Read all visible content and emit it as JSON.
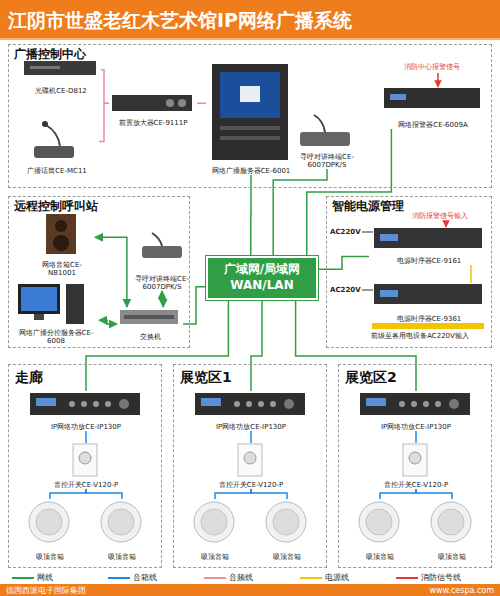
{
  "diagram": {
    "title": "江阴市世盛老红木艺术馆IP网络广播系统",
    "nodes": [
      {
        "text": [
          "广播控制中心"
        ]
      },
      {
        "text": [
          "光碟机CE-D812"
        ],
        "in": 0
      },
      {
        "text": [
          "广播话筒CE-MC11"
        ],
        "in": 0
      },
      {
        "text": [
          "前置放大器CE-9111P"
        ],
        "in": 0
      },
      {
        "text": [
          "网络广播服务器CE-6001"
        ],
        "in": 0
      },
      {
        "text": [
          "寻呼对讲终端CE-6007DPK/S"
        ],
        "in": 0
      },
      {
        "text": [
          "网络报警器CE-6009A"
        ],
        "in": 0
      },
      {
        "text": [
          "远程控制呼叫站"
        ]
      },
      {
        "text": [
          "网络音箱CE-NB1001"
        ],
        "in": 7
      },
      {
        "text": [
          "寻呼对讲终端CE-6007DPK/S"
        ],
        "in": 7
      },
      {
        "text": [
          "网络广播分控服务器CE-6008"
        ],
        "in": 7
      },
      {
        "text": [
          "交换机"
        ],
        "in": 7
      },
      {
        "text": [
          "广域网/局域网 WAN/LAN"
        ]
      },
      {
        "text": [
          "智能电源管理"
        ]
      },
      {
        "text": [
          "电源时序器CE-9161"
        ],
        "in": 13
      },
      {
        "text": [
          "电源时序器CE-9361"
        ],
        "in": 13
      },
      {
        "text": [
          "走廊"
        ]
      },
      {
        "text": [
          "IP网络功放CE-IP130P"
        ],
        "in": 16
      },
      {
        "text": [
          "音控开关CE-V120-P"
        ],
        "in": 16
      },
      {
        "text": [
          "吸顶音箱"
        ],
        "in": 16
      },
      {
        "text": [
          "吸顶音箱"
        ],
        "in": 16
      },
      {
        "text": [
          "展览区1"
        ]
      },
      {
        "text": [
          "IP网络功放CE-IP130P"
        ],
        "in": 21
      },
      {
        "text": [
          "音控开关CE-V120-P"
        ],
        "in": 21
      },
      {
        "text": [
          "吸顶音箱"
        ],
        "in": 21
      },
      {
        "text": [
          "吸顶音箱"
        ],
        "in": 21
      },
      {
        "text": [
          "展览区2"
        ]
      },
      {
        "text": [
          "IP网络功放CE-IP130P"
        ],
        "in": 26
      },
      {
        "text": [
          "音控开关CE-V120-P"
        ],
        "in": 26
      },
      {
        "text": [
          "吸顶音箱"
        ],
        "in": 26
      },
      {
        "text": [
          "吸顶音箱"
        ],
        "in": 26
      }
    ],
    "edges": [
      {
        "from": 1,
        "to": 3,
        "arrow": "none"
      },
      {
        "from": 2,
        "to": 3,
        "arrow": "none"
      },
      {
        "from": 3,
        "to": 4,
        "arrow": "none"
      },
      {
        "from": 4,
        "to": 12,
        "arrow": "none"
      },
      {
        "from": 5,
        "to": 12,
        "arrow": "none"
      },
      {
        "from": 6,
        "to": 12,
        "arrow": "none"
      },
      {
        "from": 11,
        "to": 12,
        "arrow": "none"
      },
      {
        "from": 8,
        "to": 11,
        "arrow": "both"
      },
      {
        "from": 9,
        "to": 11,
        "arrow": "both"
      },
      {
        "from": 10,
        "to": 11,
        "arrow": "both"
      },
      {
        "from": 12,
        "to": 14,
        "arrow": "none"
      },
      {
        "from": 14,
        "to": 15,
        "arrow": "none"
      },
      {
        "from": 12,
        "to": 17,
        "arrow": "none"
      },
      {
        "from": 12,
        "to": 22,
        "arrow": "none"
      },
      {
        "from": 12,
        "to": 27,
        "arrow": "none"
      },
      {
        "from": 17,
        "to": 18,
        "arrow": "none"
      },
      {
        "from": 18,
        "to": 19,
        "arrow": "none"
      },
      {
        "from": 18,
        "to": 20,
        "arrow": "none"
      },
      {
        "from": 22,
        "to": 23,
        "arrow": "none"
      },
      {
        "from": 23,
        "to": 24,
        "arrow": "none"
      },
      {
        "from": 23,
        "to": 25,
        "arrow": "none"
      },
      {
        "from": 27,
        "to": 28,
        "arrow": "none"
      },
      {
        "from": 28,
        "to": 29,
        "arrow": "none"
      },
      {
        "from": 28,
        "to": 30,
        "arrow": "none"
      }
    ],
    "labels": [
      "消防中心报警信号",
      "消防报警信号输入",
      "AC220V",
      "AC220V",
      "前级至各用电设备AC220V输入",
      "德国西派电子国际集团",
      "www.cespa.com"
    ],
    "legend": [
      {
        "text": "网线",
        "color": "#2f9e44"
      },
      {
        "text": "音箱线",
        "color": "#1e88e5"
      },
      {
        "text": "音频线",
        "color": "#f08ca0"
      },
      {
        "text": "电源线",
        "color": "#f5c400"
      },
      {
        "text": "消防信号线",
        "color": "#e53935"
      }
    ]
  }
}
